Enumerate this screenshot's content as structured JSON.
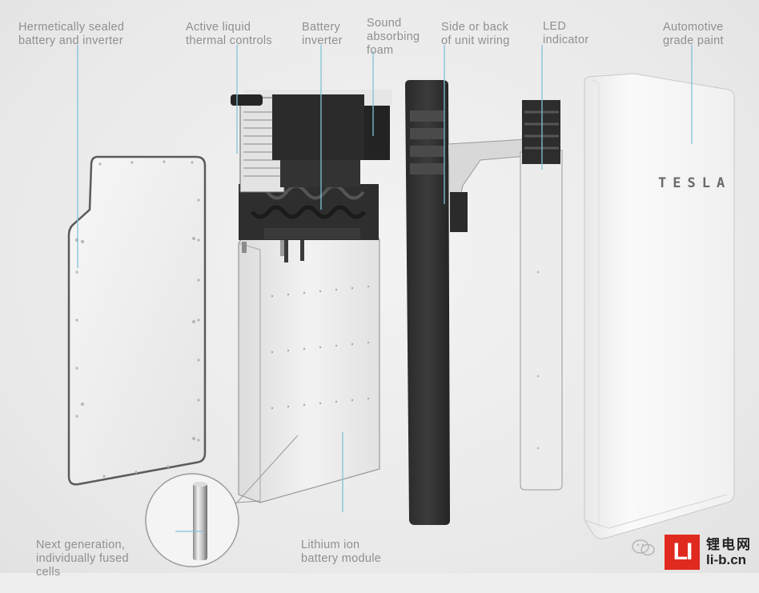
{
  "brand_text": "TESLA",
  "labels": {
    "sealed": [
      "Hermetically sealed",
      "battery and inverter"
    ],
    "thermal": [
      "Active liquid",
      "thermal controls"
    ],
    "inverter": [
      "Battery",
      "inverter"
    ],
    "foam": [
      "Sound",
      "absorbing",
      "foam"
    ],
    "wiring": [
      "Side or back",
      "of unit wiring"
    ],
    "led": [
      "LED",
      "indicator"
    ],
    "paint": [
      "Automotive",
      "grade paint"
    ],
    "cells": [
      "Next generation,",
      "individually fused",
      "cells"
    ],
    "module": [
      "Lithium ion",
      "battery module"
    ]
  },
  "watermark": {
    "logo": "LI",
    "site_name": "锂电网",
    "url": "li-b.cn"
  },
  "colors": {
    "leader_line": "#7fc4d8",
    "label_text": "#8f8f8f",
    "watermark_red": "#e02a20"
  },
  "icons": [
    "wechat-icon"
  ]
}
